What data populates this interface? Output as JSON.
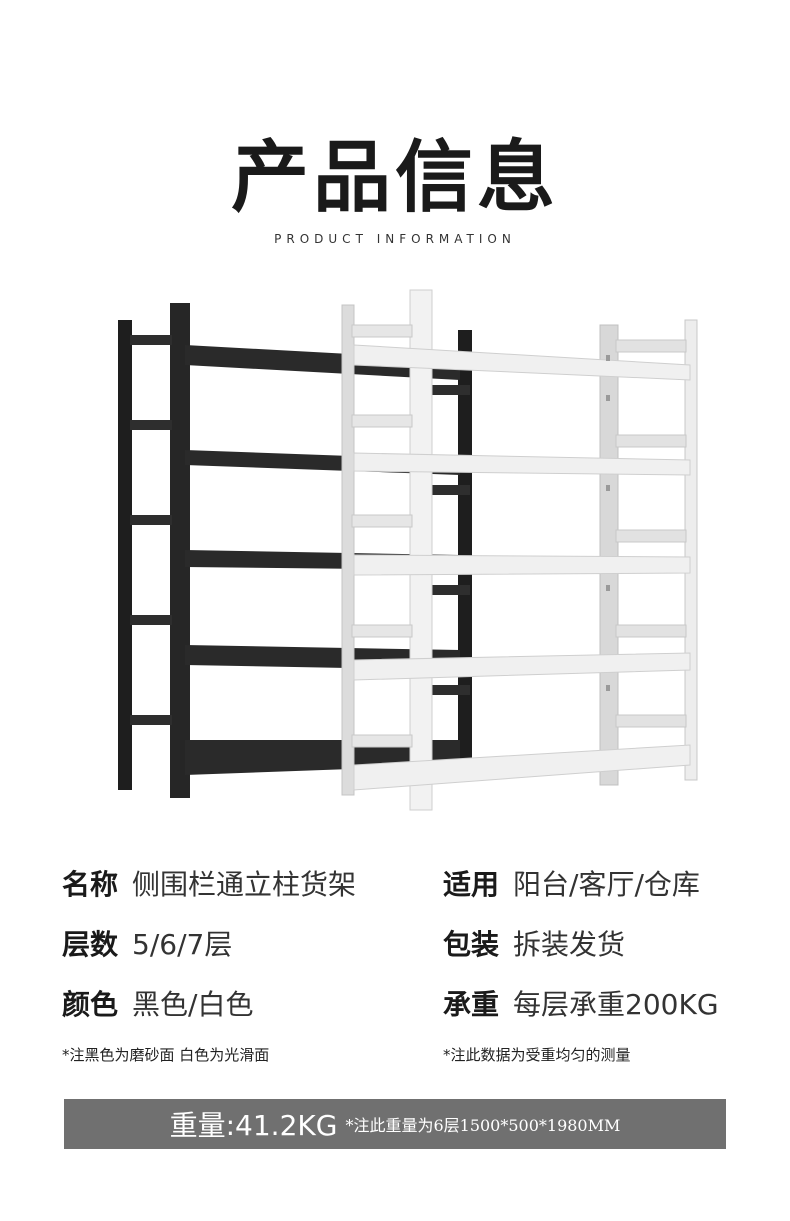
{
  "header": {
    "title": "产品信息",
    "subtitle": "PRODUCT INFORMATION"
  },
  "hero": {
    "image_desc_icon": "shelf-product-photo"
  },
  "specs": {
    "left": [
      {
        "key": "名称",
        "value": "侧围栏通立柱货架"
      },
      {
        "key": "层数",
        "value": "5/6/7层"
      },
      {
        "key": "颜色",
        "value": "黑色/白色"
      }
    ],
    "right": [
      {
        "key": "适用",
        "value": "阳台/客厅/仓库"
      },
      {
        "key": "包装",
        "value": "拆装发货"
      },
      {
        "key": "承重",
        "value": "每层承重200KG"
      }
    ],
    "left_note": "*注黑色为磨砂面 白色为光滑面",
    "right_note": "*注此数据为受重均匀的测量"
  },
  "weight": {
    "main": "重量:41.2KG",
    "note": "*注此重量为6层1500*500*1980MM"
  },
  "colors": {
    "bar": "#707070",
    "black_shelf": "#2a2a2a",
    "white_shelf": "#e8e8e8"
  }
}
